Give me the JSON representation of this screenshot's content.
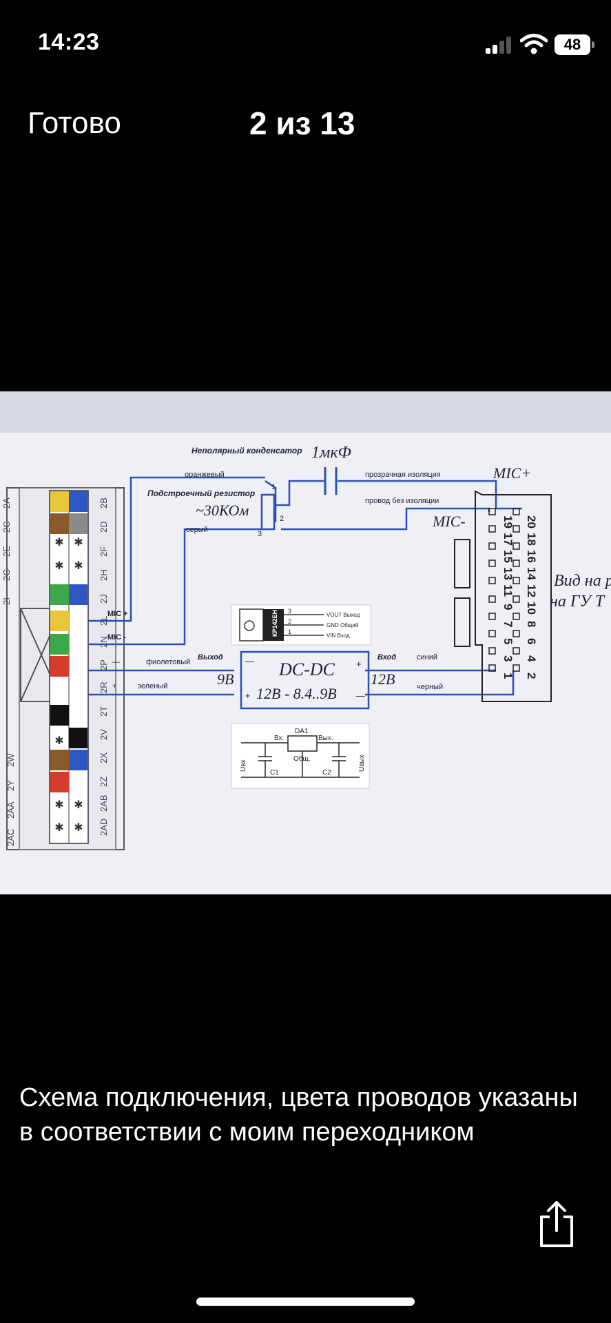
{
  "status_bar": {
    "time": "14:23",
    "battery": "48"
  },
  "nav": {
    "done_label": "Готово",
    "counter": "2 из 13"
  },
  "photo": {
    "top_labels": {
      "capacitor_title": "Неполярный конденсатор",
      "capacitor_value": "1мкФ",
      "orange": "оранжевый",
      "trimmer_title": "Подстроечный резистор",
      "trimmer_value": "~30КОм",
      "grey": "серый",
      "transparent": "прозрачная изоляция",
      "bare": "провод без изоляции",
      "mic_plus_hand": "MIC+",
      "mic_minus_hand": "MIC-",
      "pin1": "1",
      "pin2": "2",
      "pin3": "3"
    },
    "left_connector": {
      "left_pins": [
        "2A",
        "2C",
        "2E",
        "2G",
        "2I"
      ],
      "left_pins_bottom": [
        "2W",
        "2Y",
        "2AA",
        "2AC"
      ],
      "right_pins": [
        "2B",
        "2D",
        "2F",
        "2H",
        "2J",
        "2L",
        "2N",
        "2P",
        "2R",
        "2T",
        "2V",
        "2X",
        "2Z",
        "2AB",
        "2AD"
      ],
      "slot_letters": [
        "Y",
        "L",
        "BR",
        "GY",
        "*",
        "*",
        "*",
        "*",
        "G",
        "L",
        "Y",
        "G",
        "R",
        "W",
        "B",
        "*",
        "B",
        "BR",
        "R",
        "*",
        "*",
        "*",
        "*"
      ]
    },
    "wire_labels": {
      "mic_plus": "MIC +",
      "mic_minus": "MIC -",
      "violet": "фиолетовый",
      "green": "зеленый",
      "minus": "—",
      "plus": "+",
      "output": "Выход",
      "input": "Вход",
      "blue": "синий",
      "black": "черный"
    },
    "dcdc": {
      "title": "DC-DC",
      "range": "12В - 8.4..9В",
      "left_v": "9В",
      "right_v": "12В",
      "minus_l": "—",
      "plus_l": "+",
      "plus_r": "+",
      "minus_r": "—"
    },
    "regulator": {
      "part": "КР142ЕН",
      "vout": "VOUT Выход",
      "gnd": "GND Общий",
      "vin": "VIN Вход",
      "p3": "3",
      "p2": "2",
      "p1": "1"
    },
    "circuit": {
      "da1": "DA1",
      "vx": "Вх.",
      "vyx": "Вых.",
      "obsch": "Общ.",
      "c1": "C1",
      "c2": "C2",
      "uin": "Uвх",
      "uout": "Uвых"
    },
    "right_connector": {
      "even": [
        "20",
        "18",
        "16",
        "14",
        "12",
        "10",
        "8",
        "6",
        "4",
        "2"
      ],
      "odd": [
        "19",
        "17",
        "15",
        "13",
        "11",
        "9",
        "7",
        "5",
        "3",
        "1"
      ],
      "view_text_1": "Вид на р",
      "view_text_2": "на ГУ Т"
    }
  },
  "caption": "Схема подключения, цвета проводов указаны в соответствии с моим переходником",
  "colors": {
    "wire": "#2a4fb5",
    "photo_bg": "#e6e9f0"
  }
}
